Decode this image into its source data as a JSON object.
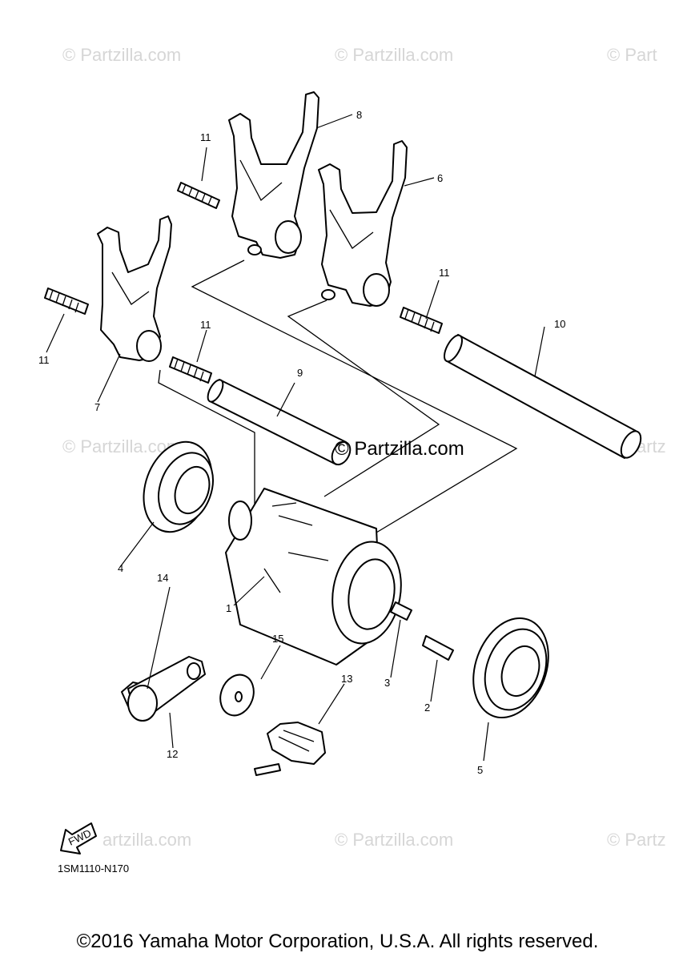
{
  "watermark": "© Partzilla.com",
  "watermark_short": "© Partzilla.com",
  "watermark_partial_right": "© Part",
  "watermark_partial_right2": "© Partz",
  "watermark_left_partial": "artzilla.com",
  "center_watermark": "© Partzilla.com",
  "fwd_label": "FWD",
  "diagram_code": "1SM1110-N170",
  "copyright": "©2016 Yamaha Motor Corporation, U.S.A. All rights reserved.",
  "callouts": {
    "c1": "1",
    "c2": "2",
    "c3": "3",
    "c4": "4",
    "c5": "5",
    "c6": "6",
    "c7": "7",
    "c8": "8",
    "c9": "9",
    "c10": "10",
    "c11a": "11",
    "c11b": "11",
    "c11c": "11",
    "c11d": "11",
    "c12": "12",
    "c13": "13",
    "c14": "14",
    "c15": "15"
  }
}
